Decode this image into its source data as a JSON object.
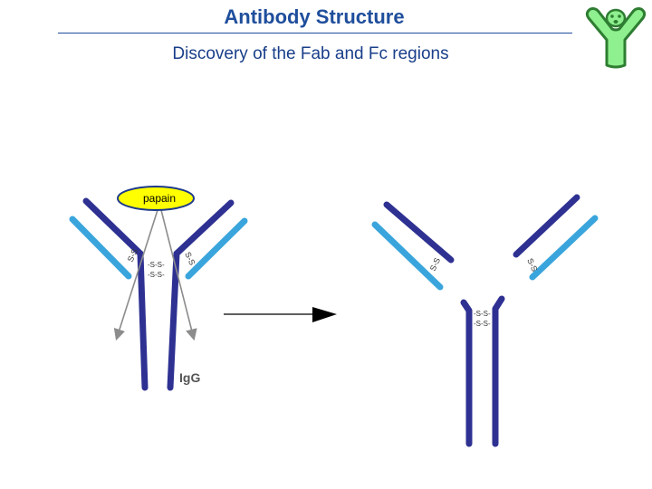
{
  "slide": {
    "title": "Antibody Structure",
    "subtitle": "Discovery of the Fab and Fc regions"
  },
  "diagram": {
    "enzyme_label": "papain",
    "antibody_label": "IgG",
    "disulfide_label": "S-S",
    "interchain_bond_label": "-S-S-"
  },
  "colors": {
    "heavy_chain": "#2e3192",
    "light_chain": "#3aa5dc",
    "title": "#1f4e9c",
    "enzyme_fill": "#ffff00",
    "enzyme_border": "#1f3a8a",
    "arrow": "#8c8c8c",
    "logo_fill": "#8ef08e",
    "logo_stroke": "#2e7d32"
  },
  "icons": {
    "logo": "antibody-mascot-icon",
    "process_arrow": "arrow-right-icon"
  }
}
